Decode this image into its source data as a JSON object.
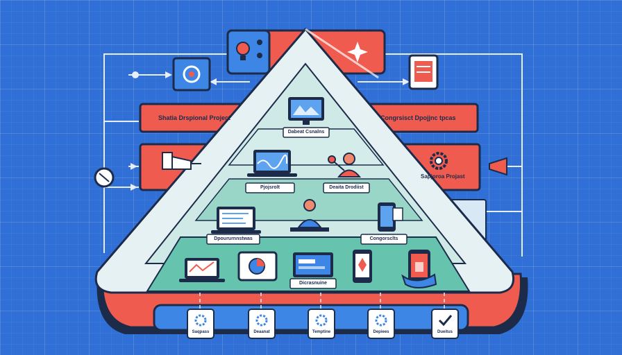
{
  "banners": {
    "left_top": "Shatia Drspional Project",
    "right_top": "Congrsisct Dpojjnc tpcas",
    "right_mid": "Sapjoroa Projast"
  },
  "tiers": {
    "t1_center": "Dabeat Csnalns",
    "t2_left": "Pjojsrolt",
    "t2_right": "Deaita Drodiist",
    "t3_left": "Dpoururnnstwas",
    "t3_right": "Congorsclts",
    "t4_center": "Dicrasnuine"
  },
  "base_buttons": [
    {
      "label": "Saqpass",
      "icon": "gear-icon"
    },
    {
      "label": "Deaanat",
      "icon": "gear-icon"
    },
    {
      "label": "Temptine",
      "icon": "gear-icon"
    },
    {
      "label": "Depiees",
      "icon": "gear-icon"
    },
    {
      "label": "Dueitus",
      "icon": "checkmark-icon"
    }
  ],
  "colors": {
    "background": "#2f6fd6",
    "red": "#ef5b4f",
    "navy": "#1d2b4a",
    "light": "#e6f1f4",
    "teal": "#7ecbb8"
  }
}
